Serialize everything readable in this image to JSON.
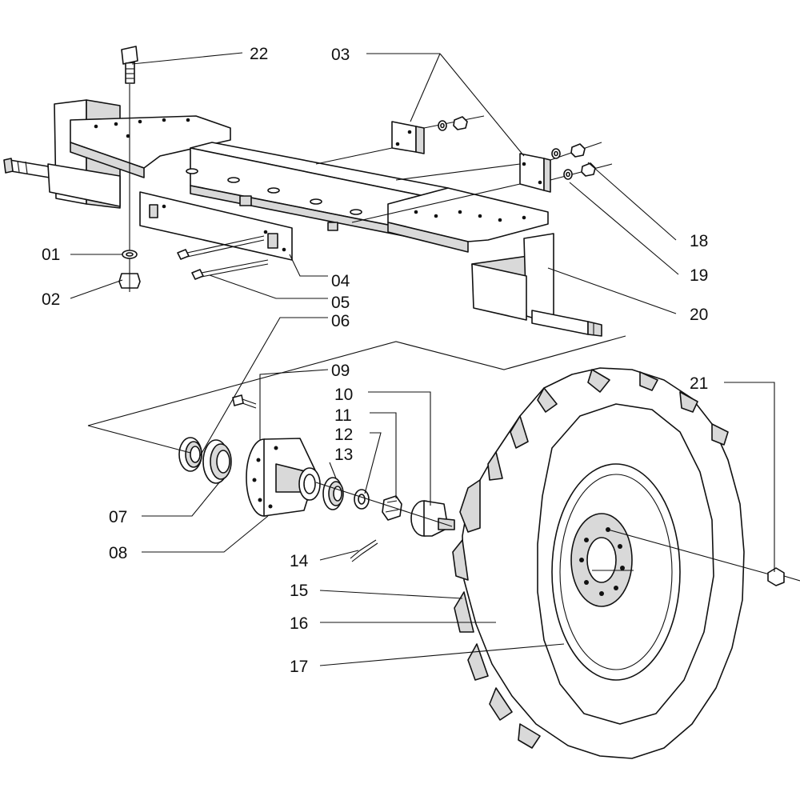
{
  "labels": {
    "p01": "01",
    "p02": "02",
    "p03": "03",
    "p04": "04",
    "p05": "05",
    "p06": "06",
    "p07": "07",
    "p08": "08",
    "p09": "09",
    "p10": "10",
    "p11": "11",
    "p12": "12",
    "p13": "13",
    "p14": "14",
    "p15": "15",
    "p16": "16",
    "p17": "17",
    "p18": "18",
    "p19": "19",
    "p20": "20",
    "p21": "21",
    "p22": "22"
  },
  "colors": {
    "line": "#111111",
    "background": "#ffffff",
    "shade": "#d9d9d9"
  }
}
